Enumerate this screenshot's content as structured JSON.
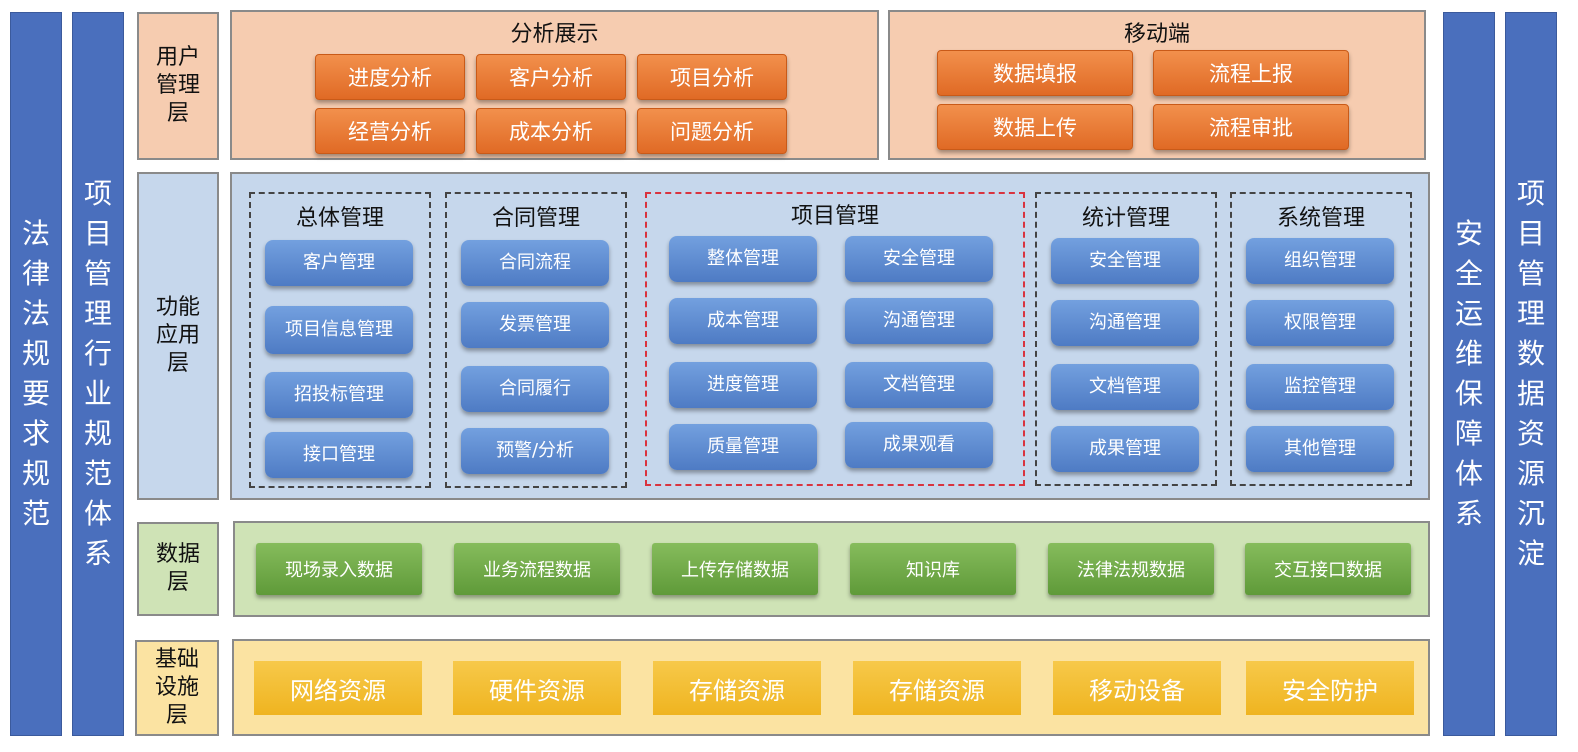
{
  "pillars": {
    "left_outer": "法律法规要求规范",
    "left_inner": "项目管理行业规范体系",
    "right_inner": "安全运维保障体系",
    "right_outer": "项目管理数据资源沉淀"
  },
  "layers": {
    "user": "用户管理层",
    "function": "功能应用层",
    "data": "数据层",
    "infra": "基础设施层"
  },
  "user_layer": {
    "analysis": {
      "title": "分析展示",
      "items": [
        "进度分析",
        "客户分析",
        "项目分析",
        "经营分析",
        "成本分析",
        "问题分析"
      ]
    },
    "mobile": {
      "title": "移动端",
      "items": [
        "数据填报",
        "流程上报",
        "数据上传",
        "流程审批"
      ]
    }
  },
  "function_layer": {
    "general": {
      "title": "总体管理",
      "items": [
        "客户管理",
        "项目信息管理",
        "招投标管理",
        "接口管理"
      ]
    },
    "contract": {
      "title": "合同管理",
      "items": [
        "合同流程",
        "发票管理",
        "合同履行",
        "预警/分析"
      ]
    },
    "project": {
      "title": "项目管理",
      "left": [
        "整体管理",
        "成本管理",
        "进度管理",
        "质量管理"
      ],
      "right": [
        "安全管理",
        "沟通管理",
        "文档管理",
        "成果观看"
      ]
    },
    "statistics": {
      "title": "统计管理",
      "items": [
        "安全管理",
        "沟通管理",
        "文档管理",
        "成果管理"
      ]
    },
    "system": {
      "title": "系统管理",
      "items": [
        "组织管理",
        "权限管理",
        "监控管理",
        "其他管理"
      ]
    }
  },
  "data_layer": {
    "items": [
      "现场录入数据",
      "业务流程数据",
      "上传存储数据",
      "知识库",
      "法律法规数据",
      "交互接口数据"
    ]
  },
  "infra_layer": {
    "items": [
      "网络资源",
      "硬件资源",
      "存储资源",
      "存储资源",
      "移动设备",
      "安全防护"
    ]
  },
  "colors": {
    "pillar": "#4a6fbd",
    "peach": "#f6ccb0",
    "orange_button": "#e8793a",
    "light_blue": "#c6d7ec",
    "blue_button": "#5b88cf",
    "light_green": "#cfe3b6",
    "green_button": "#6fa846",
    "light_yellow": "#fbe3a2",
    "yellow_button": "#f2bb2b",
    "red_dash": "#d9333f"
  }
}
